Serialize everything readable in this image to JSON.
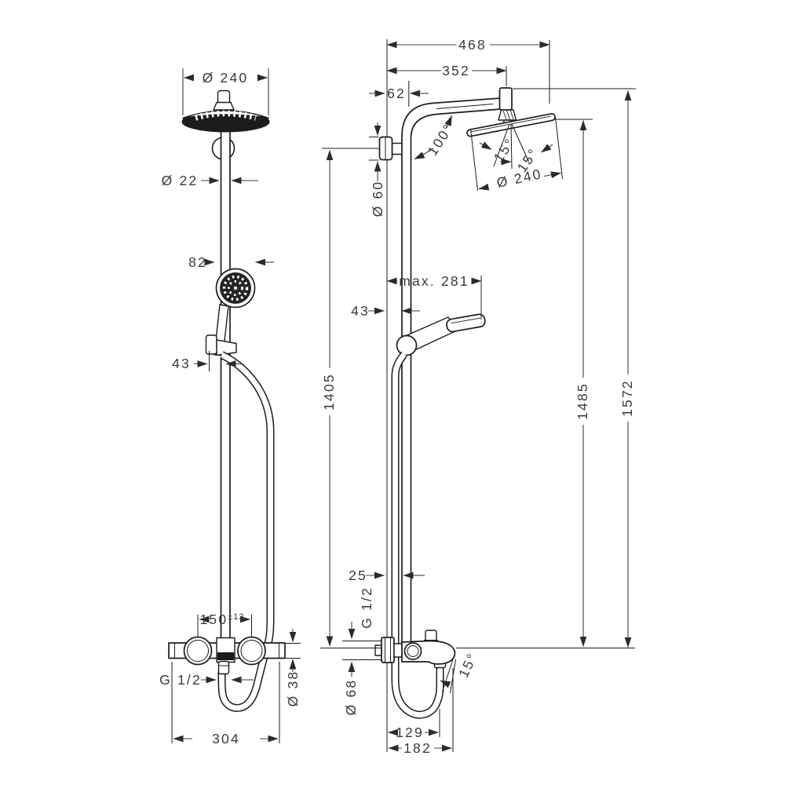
{
  "drawing": {
    "front_view": {
      "head_diameter": "Ø 240",
      "pipe_diameter": "Ø 22",
      "handshower_diameter": "82",
      "holder_offset": "43",
      "inlet_centers": "150",
      "inlet_tolerance": "±12",
      "thread": "G 1/2",
      "valve_diameter": "Ø 38",
      "valve_width": "304"
    },
    "side_view": {
      "reach_total": "468",
      "reach_arm": "352",
      "wall_offset": "62",
      "escutcheon_diameter": "Ø 60",
      "arm_angle": "100°",
      "head_tilt_a": "15°",
      "head_tilt_b": "15°",
      "head_diameter": "Ø 240",
      "handshower_reach_max": "max. 281",
      "holder_offset": "43",
      "pipe_offset": "25",
      "thread": "G 1/2",
      "flange_diameter": "Ø 68",
      "spout_angle": "15°",
      "hose_reach": "129",
      "spout_reach": "182",
      "height_bracket": "1405",
      "height_head": "1485",
      "height_total": "1572"
    }
  }
}
